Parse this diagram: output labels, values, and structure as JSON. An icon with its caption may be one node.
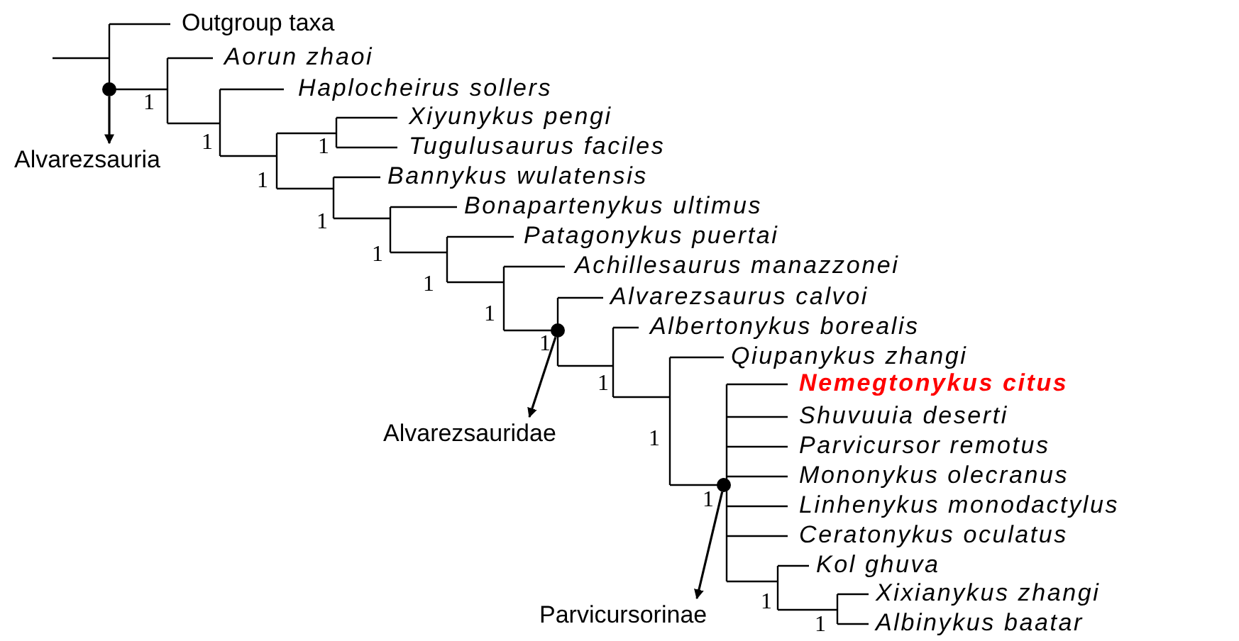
{
  "diagram": {
    "nodes": [
      {
        "text": [],
        "shape": "circle"
      },
      {
        "text": [
          "Alvarezsauria"
        ]
      },
      {
        "text": [],
        "shape": "circle"
      },
      {
        "text": [
          "Alvarezsauridae"
        ]
      },
      {
        "text": [],
        "shape": "circle"
      },
      {
        "text": [
          "Parvicursorinae"
        ]
      }
    ],
    "edges": [
      {
        "from": 0,
        "to": 1,
        "arrow": "to"
      },
      {
        "from": 2,
        "to": 3,
        "arrow": "to"
      },
      {
        "from": 4,
        "to": 5,
        "arrow": "to"
      }
    ],
    "labels": [
      "Outgroup taxa",
      "Aorun zhaoi",
      "Haplocheirus sollers",
      "1",
      "Xiyunykus pengi",
      "1",
      "Tugulusaurus faciles",
      "1",
      "Bannykus wulatensis",
      "1",
      "Bonapartenykus ultimus",
      "1",
      "Patagonykus puertai",
      "1",
      "Achillesaurus manazzonei",
      "1",
      "Alvarezsaurus calvoi",
      "1",
      "Albertonykus borealis",
      "1",
      "Qiupanykus zhangi",
      "Nemegtonykus citus",
      "1",
      "Shuvuuia deserti",
      "Parvicursor remotus",
      "1",
      "Mononykus olecranus",
      "1",
      "Linhenykus monodactylus",
      "Ceratonykus oculatus",
      "Kol ghuva",
      "Xixianykus zhangi",
      "1",
      "Albinykus baatar",
      "1"
    ]
  }
}
